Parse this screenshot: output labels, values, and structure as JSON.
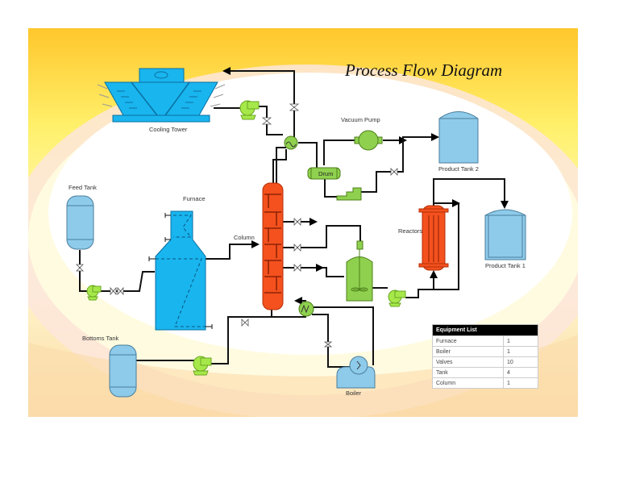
{
  "title": "Process Flow Diagram",
  "labels": {
    "cooling_tower": "Cooling Tower",
    "vacuum_pump": "Vacuum Pump",
    "drum": "Drum",
    "product_tank_2": "Product Tank 2",
    "product_tank_1": "Product Tank 1",
    "feed_tank": "Feed Tank",
    "furnace": "Furnace",
    "column": "Column",
    "reactors": "Reactors",
    "bottoms_tank": "Bottoms Tank",
    "boiler": "Boiler"
  },
  "equipment_list": {
    "header": "Equipment List",
    "rows": [
      {
        "name": "Furnace",
        "count": "1"
      },
      {
        "name": "Boiler",
        "count": "1"
      },
      {
        "name": "Valves",
        "count": "10"
      },
      {
        "name": "Tank",
        "count": "4"
      },
      {
        "name": "Column",
        "count": "1"
      }
    ]
  },
  "colors": {
    "vessel_blue": "#8ecbea",
    "cooling_blue": "#19b5ef",
    "column_orange": "#f4511e",
    "equipment_green": "#8fd14f",
    "pump_green": "#a6e84a"
  }
}
